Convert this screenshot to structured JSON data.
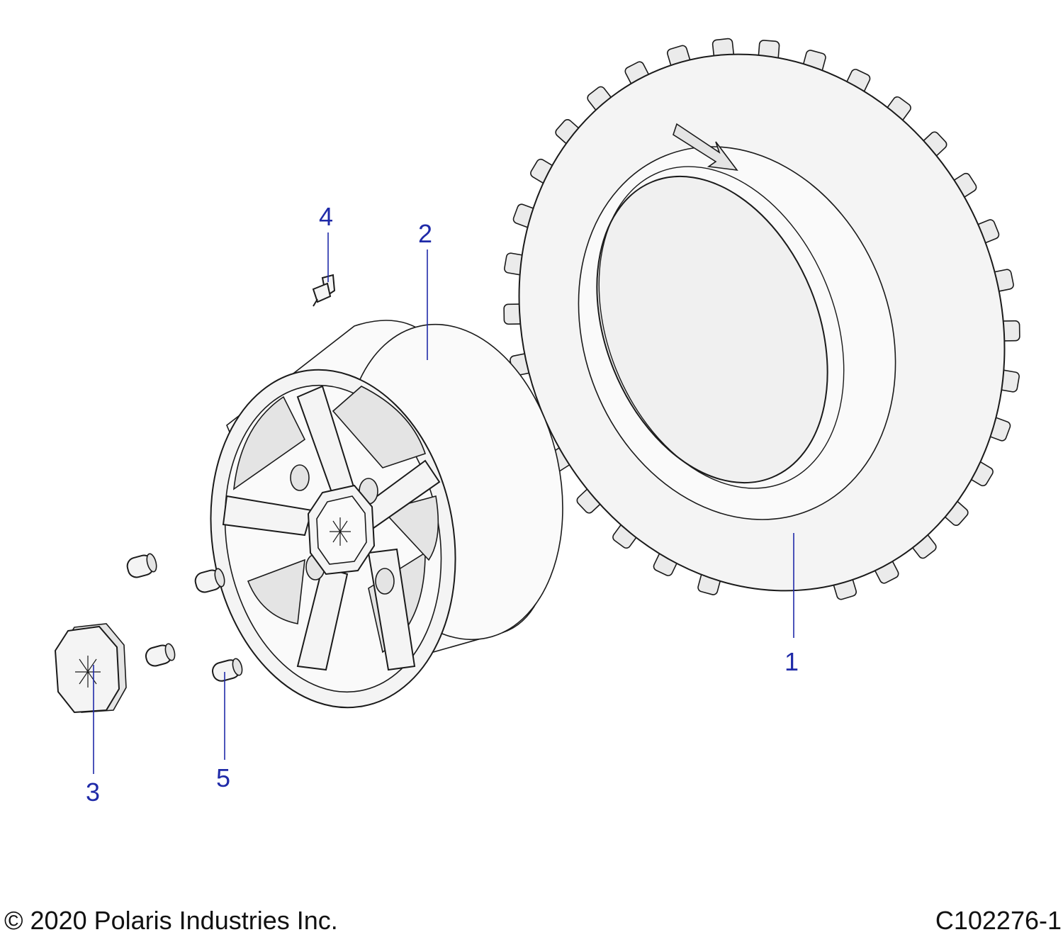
{
  "callouts": {
    "tire": "1",
    "wheel": "2",
    "center_cap": "3",
    "valve_stem": "4",
    "lug_nut": "5"
  },
  "footer": {
    "copyright": "© 2020 Polaris Industries Inc.",
    "diagram_id": "C102276-1"
  },
  "colors": {
    "callout": "#1f2aa8",
    "part_fill": "#f4f4f4",
    "outline": "#1a1a1a"
  }
}
